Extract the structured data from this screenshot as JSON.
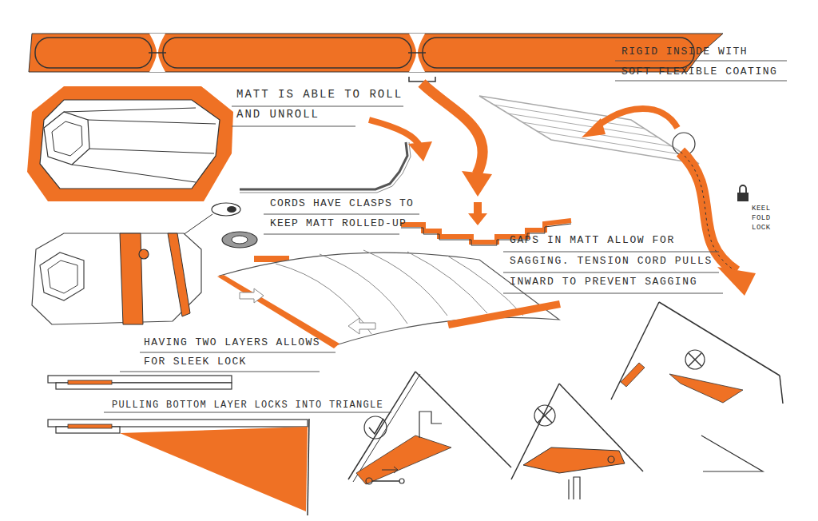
{
  "diagram": {
    "labels": [
      "RIGID INSIDE WITH SOFT FLEXIBLE COATING",
      "MATT IS ABLE TO ROLL AND UNROLL",
      "CORDS HAVE CLASPS TO KEEP MATT ROLLED-UP",
      "GAPS IN MATT ALLOW FOR SAGGING. TENSION CORD PULLS INWARD TO PREVENT SAGGING",
      "KEEL FOLD LOCK",
      "HAVING TWO LAYERS ALLOWS FOR SLEEK LOCK",
      "PULLING BOTTOM LAYER LOCKS INTO TRIANGLE"
    ]
  }
}
